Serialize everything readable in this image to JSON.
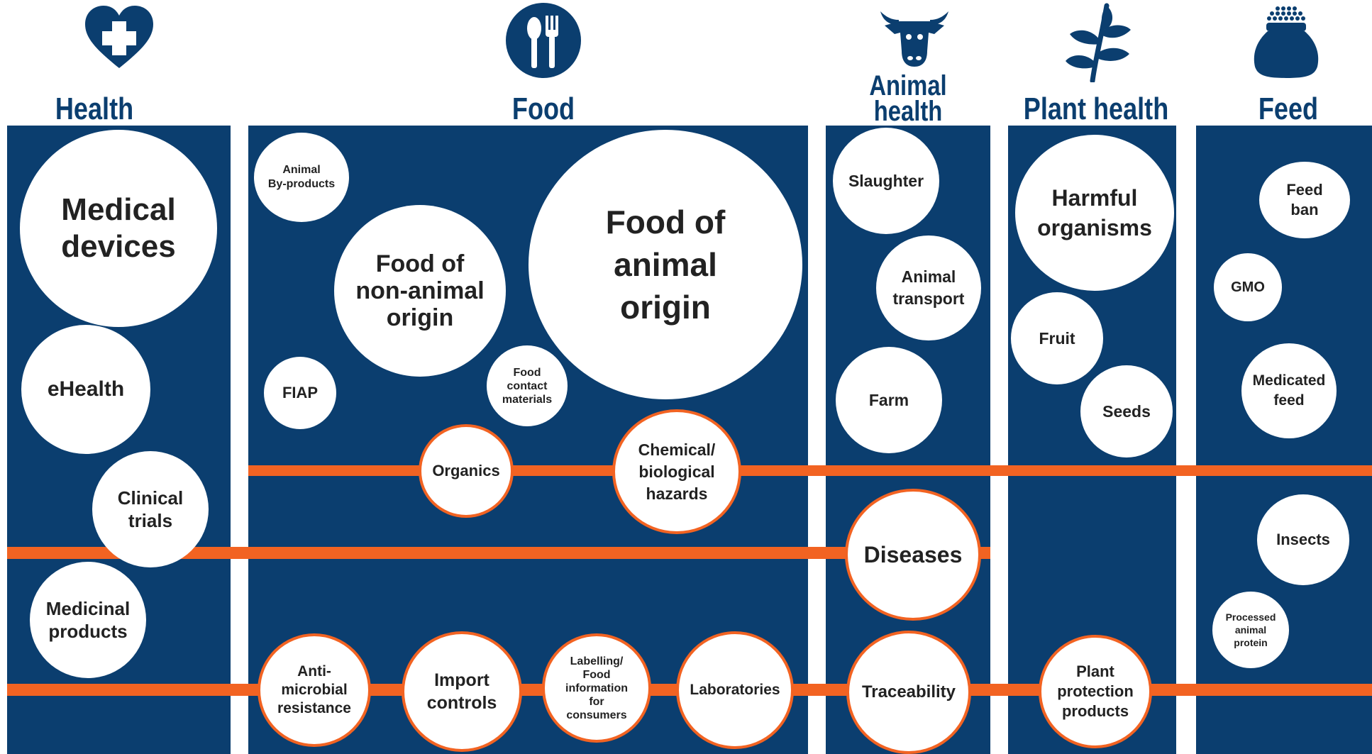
{
  "colors": {
    "navy": "#0b3e6f",
    "orange": "#f26322",
    "white": "#ffffff"
  },
  "categories": [
    {
      "title": "Health",
      "icon": "heart-cross-icon"
    },
    {
      "title": "Food",
      "icon": "spoon-fork-icon"
    },
    {
      "title": "Animal health\nand welfare",
      "icon": "cow-icon"
    },
    {
      "title": "Plant health",
      "icon": "plant-icon"
    },
    {
      "title": "Feed",
      "icon": "feed-sack-icon"
    }
  ],
  "bubbles": {
    "medical_devices": "Medical\ndevices",
    "ehealth": "eHealth",
    "clinical_trials": "Clinical\ntrials",
    "medicinal_products": "Medicinal\nproducts",
    "animal_byproducts": "Animal\nBy-products",
    "food_non_animal": "Food of\nnon-animal\norigin",
    "food_animal": "Food of\nanimal\norigin",
    "fiap": "FIAP",
    "food_contact": "Food\ncontact\nmaterials",
    "organics": "Organics",
    "chemical_bio": "Chemical/\nbiological\nhazards",
    "antimicrobial": "Anti-\nmicrobial\nresistance",
    "import_controls": "Import\ncontrols",
    "labelling": "Labelling/\nFood\ninformation\nfor\nconsumers",
    "laboratories": "Laboratories",
    "slaughter": "Slaughter",
    "animal_transport": "Animal\ntransport",
    "farm": "Farm",
    "diseases": "Diseases",
    "traceability": "Traceability",
    "harmful_organisms": "Harmful\norganisms",
    "fruit": "Fruit",
    "seeds": "Seeds",
    "plant_protection": "Plant\nprotection\nproducts",
    "feed_ban": "Feed\nban",
    "gmo": "GMO",
    "medicated_feed": "Medicated\nfeed",
    "insects": "Insects",
    "processed_animal_protein": "Processed\nanimal\nprotein"
  }
}
